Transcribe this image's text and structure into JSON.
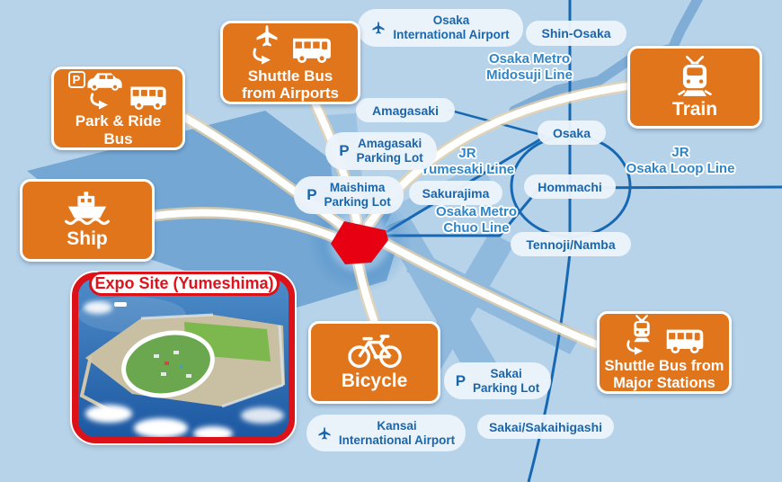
{
  "colors": {
    "background_water": "#b7d3e9",
    "land_dark": "#74a7d3",
    "land_light": "#8fb9dd",
    "box_orange": "#e0751c",
    "pill_text_blue": "#1b66ab",
    "rail_blue": "#1768b3",
    "expo_red": "#dd1118",
    "site_marker_red": "#e60012"
  },
  "icons": {
    "p_label": "P"
  },
  "expo": {
    "label": "Expo Site (Yumeshima)"
  },
  "boxes": {
    "park_ride": {
      "line1": "Park & Ride",
      "line2": "Bus",
      "icons": [
        "parking-icon",
        "car-icon",
        "curved-arrow-icon",
        "bus-icon"
      ]
    },
    "shuttle_airports": {
      "line1": "Shuttle Bus",
      "line2": "from Airports",
      "icons": [
        "plane-icon",
        "curved-arrow-icon",
        "bus-icon"
      ]
    },
    "train": {
      "line1": "Train",
      "icons": [
        "train-icon"
      ]
    },
    "ship": {
      "line1": "Ship",
      "icons": [
        "ship-icon"
      ]
    },
    "bicycle": {
      "line1": "Bicycle",
      "icons": [
        "bicycle-icon"
      ]
    },
    "shuttle_major": {
      "line1": "Shuttle Bus from",
      "line2": "Major Stations",
      "icons": [
        "train-icon",
        "curved-arrow-icon",
        "bus-icon"
      ]
    }
  },
  "stations": {
    "osaka_airport": {
      "line1": "Osaka",
      "line2": "International Airport"
    },
    "shin_osaka": {
      "line1": "Shin-Osaka"
    },
    "amagasaki": {
      "line1": "Amagasaki"
    },
    "amagasaki_parking": {
      "p": "P",
      "line1": "Amagasaki",
      "line2": "Parking Lot"
    },
    "maishima_parking": {
      "p": "P",
      "line1": "Maishima",
      "line2": "Parking Lot"
    },
    "sakurajima": {
      "line1": "Sakurajima"
    },
    "osaka": {
      "line1": "Osaka"
    },
    "hommachi": {
      "line1": "Hommachi"
    },
    "tennoji_namba": {
      "line1": "Tennoji/Namba"
    },
    "sakai_parking": {
      "p": "P",
      "line1": "Sakai",
      "line2": "Parking Lot"
    },
    "sakai_sakaihigashi": {
      "line1": "Sakai/Sakaihigashi"
    },
    "kansai_airport": {
      "line1": "Kansai",
      "line2": "International Airport"
    }
  },
  "rail_labels": {
    "midosuji": {
      "line1": "Osaka Metro",
      "line2": "Midosuji Line"
    },
    "yumesaki": {
      "line1": "JR",
      "line2": "Yumesaki Line"
    },
    "chuo": {
      "line1": "Osaka Metro",
      "line2": "Chuo Line"
    },
    "loop": {
      "line1": "JR",
      "line2": "Osaka Loop Line"
    }
  }
}
